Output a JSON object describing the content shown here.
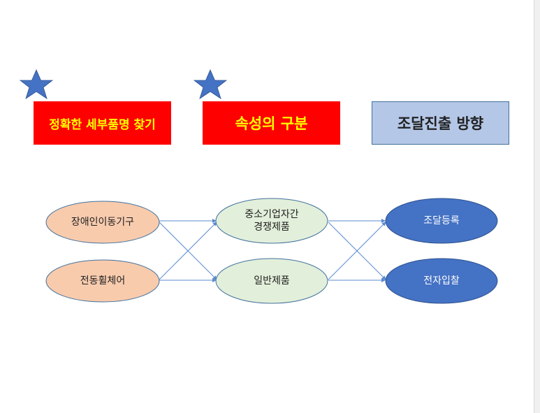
{
  "header_boxes": [
    {
      "label": "정확한 세부품명 찾기",
      "starred": true
    },
    {
      "label": "속성의 구분",
      "starred": true
    },
    {
      "label": "조달진출 방향",
      "starred": false
    }
  ],
  "flow": {
    "products": [
      "장애인이동기구",
      "전동휠체어"
    ],
    "categories": [
      [
        "중소기업자간",
        "경쟁제품"
      ],
      [
        "일반제품"
      ]
    ],
    "channels": [
      "조달등록",
      "전자입찰"
    ]
  },
  "colors": {
    "header_red": "#ff0000",
    "header_text": "#ffff00",
    "header_blue": "#b4c7e7",
    "star": "#4472c4",
    "product_fill": "#f8cbad",
    "category_fill": "#e2efda",
    "channel_fill": "#4472c4",
    "arrow": "#5b8bd0"
  }
}
